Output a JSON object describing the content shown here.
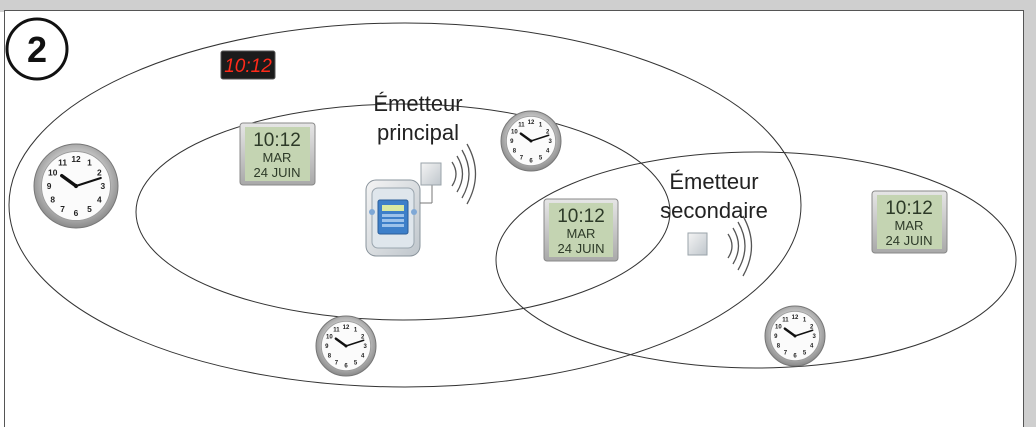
{
  "step_number": "2",
  "red_display": {
    "time": "10:12"
  },
  "labels": {
    "primary_line1": "Émetteur",
    "primary_line2": "principal",
    "secondary_line1": "Émetteur",
    "secondary_line2": "secondaire"
  },
  "lcd_clocks": [
    {
      "time": "10:12",
      "day": "MAR",
      "date": "24 JUIN"
    },
    {
      "time": "10:12",
      "day": "MAR",
      "date": "24 JUIN"
    },
    {
      "time": "10:12",
      "day": "MAR",
      "date": "24 JUIN"
    }
  ],
  "colors": {
    "frame": "#cfcfcf",
    "outline": "#333333",
    "led_bg": "#1b1b1b",
    "led_digit": "#ff2a1a",
    "lcd_bg": "#c4d4b2",
    "lcd_text": "#2d3a28",
    "device_blue": "#3d7fc9"
  }
}
